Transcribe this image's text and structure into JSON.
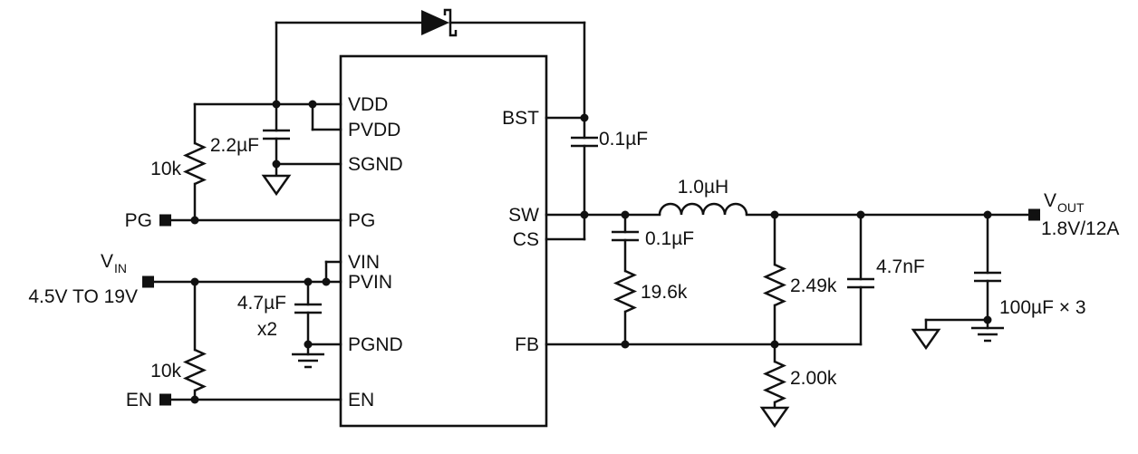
{
  "ic": {
    "left_pins": [
      "VDD",
      "PVDD",
      "SGND",
      "PG",
      "VIN",
      "PVIN",
      "PGND",
      "EN"
    ],
    "right_pins": [
      "BST",
      "SW",
      "CS",
      "FB"
    ]
  },
  "terminals": {
    "pg_label": "PG",
    "en_label": "EN",
    "vin_symbol": "V",
    "vin_subscript": "IN",
    "vin_range": "4.5V TO 19V",
    "vout_symbol": "V",
    "vout_subscript": "OUT",
    "vout_rating": "1.8V/12A"
  },
  "components": {
    "r_pg_pullup": "10k",
    "c_vdd": "2.2µF",
    "c_in": "4.7µF",
    "c_in_qty": "x2",
    "r_en": "10k",
    "c_bst": "0.1µF",
    "l_out": "1.0µH",
    "c_cs_ramp": "0.1µF",
    "r_cs_ramp": "19.6k",
    "r_fb_top": "2.49k",
    "c_feedforward": "4.7nF",
    "r_fb_bottom": "2.00k",
    "c_out": "100µF × 3"
  },
  "colors": {
    "ink": "#111111",
    "background": "#ffffff"
  }
}
